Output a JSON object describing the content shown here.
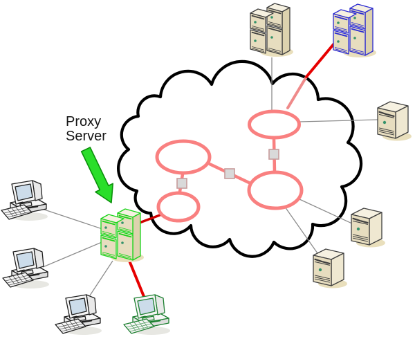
{
  "diagram": {
    "type": "network-topology-with-proxy",
    "annotation": {
      "label_line1": "Proxy",
      "label_line2": "Server"
    },
    "nodes": [
      {
        "id": "internet-cloud",
        "kind": "cloud"
      },
      {
        "id": "backbone-ring-top",
        "kind": "ring"
      },
      {
        "id": "backbone-ring-left",
        "kind": "ring"
      },
      {
        "id": "backbone-ring-bottom-left",
        "kind": "ring"
      },
      {
        "id": "backbone-ring-right",
        "kind": "ring"
      },
      {
        "id": "backbone-node-top",
        "kind": "switch-square"
      },
      {
        "id": "backbone-node-center",
        "kind": "switch-square"
      },
      {
        "id": "backbone-node-left",
        "kind": "switch-square"
      },
      {
        "id": "server-stack-top",
        "kind": "server-stack",
        "color": "beige"
      },
      {
        "id": "server-stack-blue",
        "kind": "server-stack",
        "color": "blue"
      },
      {
        "id": "server-right",
        "kind": "server-tower",
        "color": "beige"
      },
      {
        "id": "server-mid-right",
        "kind": "server-tower",
        "color": "beige"
      },
      {
        "id": "server-bottom-right",
        "kind": "server-tower",
        "color": "beige"
      },
      {
        "id": "proxy-server",
        "kind": "server-stack",
        "color": "green"
      },
      {
        "id": "client-workstation-1",
        "kind": "workstation",
        "color": "gray"
      },
      {
        "id": "client-workstation-2",
        "kind": "workstation",
        "color": "gray"
      },
      {
        "id": "client-workstation-3",
        "kind": "workstation",
        "color": "gray"
      },
      {
        "id": "green-workstation",
        "kind": "workstation",
        "color": "green"
      }
    ],
    "links": [
      {
        "from": "server-stack-top",
        "to": "backbone-ring-top",
        "style": "thin-gray"
      },
      {
        "from": "backbone-ring-top",
        "to": "server-right",
        "style": "thin-gray"
      },
      {
        "from": "backbone-ring-right",
        "to": "server-mid-right",
        "style": "thin-gray"
      },
      {
        "from": "backbone-ring-right",
        "to": "server-bottom-right",
        "style": "thin-gray"
      },
      {
        "from": "server-stack-blue",
        "to": "backbone-ring-top",
        "style": "red-thick"
      },
      {
        "from": "backbone-ring-left",
        "to": "backbone-ring-right",
        "style": "pink"
      },
      {
        "from": "backbone-ring-top",
        "to": "backbone-ring-right",
        "style": "pink"
      },
      {
        "from": "backbone-ring-left",
        "to": "backbone-ring-bottom-left",
        "style": "pink"
      },
      {
        "from": "proxy-server",
        "to": "backbone-ring-bottom-left",
        "style": "red-thick"
      },
      {
        "from": "proxy-server",
        "to": "green-workstation",
        "style": "red-thick"
      },
      {
        "from": "client-workstation-1",
        "to": "proxy-server",
        "style": "thin-gray"
      },
      {
        "from": "client-workstation-2",
        "to": "proxy-server",
        "style": "thin-gray"
      },
      {
        "from": "client-workstation-3",
        "to": "proxy-server",
        "style": "thin-gray"
      }
    ],
    "colors": {
      "cloud_outline": "#000000",
      "backbone_pink": "#f98080",
      "switch_square_fill": "#d9d9d9",
      "link_red": "#e60000",
      "link_dark_red": "#cf0000",
      "link_inner_pink_red": "#ef8a8a",
      "thin_link_gray": "#8c8c8c",
      "arrow_green_fill": "#2ade2a",
      "arrow_green_stroke": "#0b8f0b",
      "server_beige_front": "#e7ddbf",
      "server_outline_gray": "#3f3f3f",
      "server_blue_outline": "#2a2ad2",
      "proxy_green_outline": "#17d417",
      "workstation_outline": "#1f1f1f",
      "green_workstation_outline": "#1d8030",
      "screen_blue": "#ccdcea",
      "led_green": "#35936b",
      "label_color": "#151515"
    }
  }
}
